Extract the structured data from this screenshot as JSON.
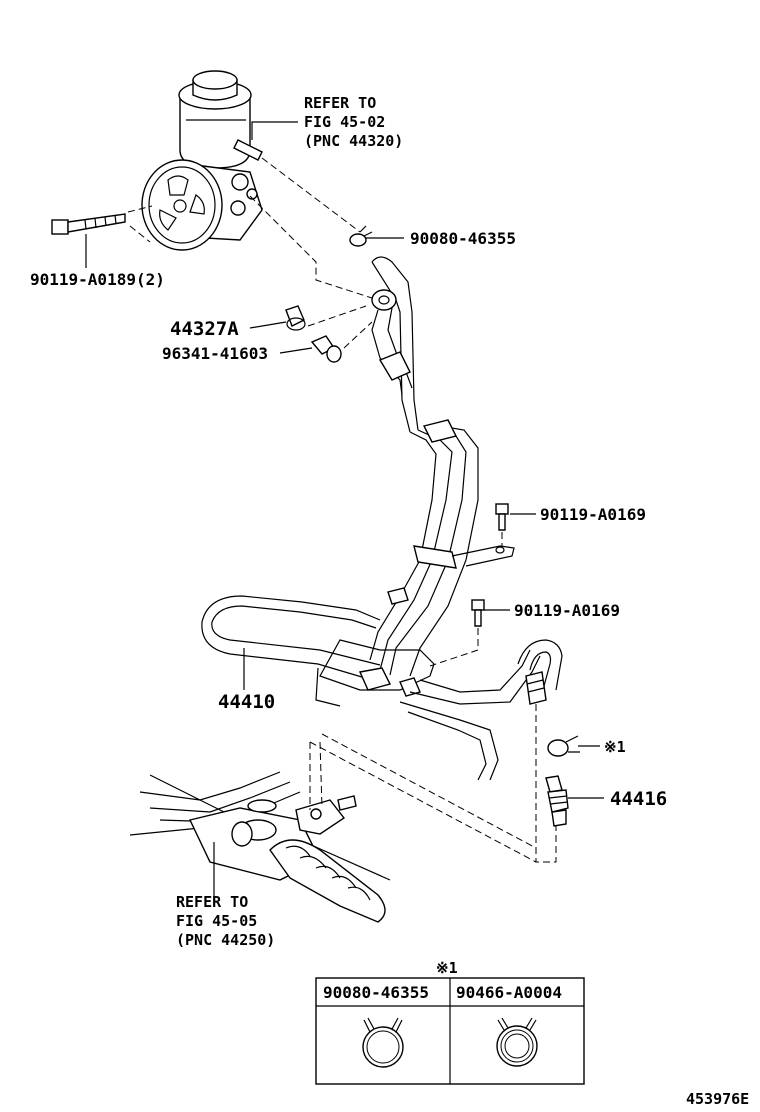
{
  "callouts": {
    "refer_pump": [
      "REFER TO",
      "FIG 45-02",
      "(PNC 44320)"
    ],
    "clamp_upper": "90080-46355",
    "bolt_pump": "90119-A0189(2)",
    "union_gasket": "44327A",
    "union_bolt": "96341-41603",
    "bolt_bracket_1": "90119-A0169",
    "bolt_bracket_2": "90119-A0169",
    "tube_assembly": "44410",
    "clamp_note": "※1",
    "return_hose": "44416",
    "refer_gear": [
      "REFER TO",
      "FIG 45-05",
      "(PNC 44250)"
    ]
  },
  "note_table": {
    "mark": "※1",
    "columns": [
      "90080-46355",
      "90466-A0004"
    ]
  },
  "figure_code": "453976E"
}
